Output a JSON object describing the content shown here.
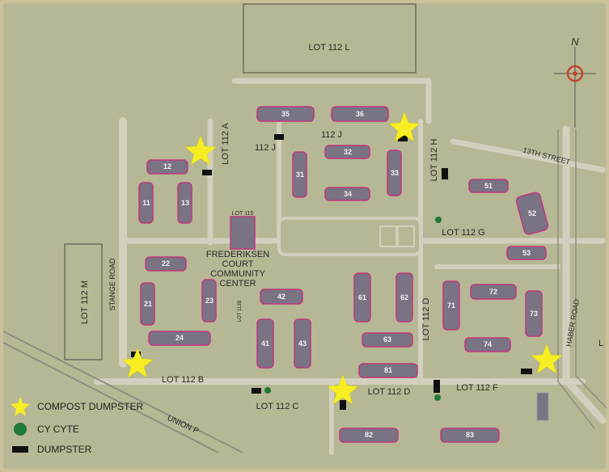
{
  "colors": {
    "frame": "#c9c19a",
    "ground": "#b6b794",
    "road": "#d2cfbe",
    "road_edge": "#9c9c86",
    "building": "#7a7383",
    "building_edge": "#c0387f",
    "star": "#f6ee23",
    "green": "#1e7a37",
    "dumpster": "#111111",
    "compass": "#c4462d"
  },
  "compass": {
    "label": "N"
  },
  "lots": {
    "l": "LOT 112 L",
    "a": "LOT 112 A",
    "j": "112 J",
    "j2": "112 J",
    "h": "LOT 112 H",
    "g": "LOT 112 G",
    "m": "LOT 112 M",
    "b": "LOT 112 B",
    "c": "LOT 112 C",
    "d_vert": "LOT 112 D",
    "d": "LOT 112 D",
    "f": "LOT 112 F",
    "lot115": "LOT 115",
    "lot112b_small": "LOT 112B"
  },
  "streets": {
    "thirteenth": "13TH STREET",
    "stange": "STANGE ROAD",
    "haber": "HABER ROAD",
    "union": "UNION P"
  },
  "community_center": [
    "FREDERIKSEN",
    "COURT",
    "COMMUNITY",
    "CENTER"
  ],
  "buildings": {
    "b35": "35",
    "b36": "36",
    "b32": "32",
    "b31": "31",
    "b33": "33",
    "b34": "34",
    "b12": "12",
    "b11": "11",
    "b13": "13",
    "b51": "51",
    "b52": "52",
    "b53": "53",
    "b22": "22",
    "b21": "21",
    "b23": "23",
    "b24": "24",
    "b42": "42",
    "b41": "41",
    "b43": "43",
    "b61": "61",
    "b62": "62",
    "b63": "63",
    "b71": "71",
    "b72": "72",
    "b73": "73",
    "b74": "74",
    "b81": "81",
    "b82": "82",
    "b83": "83"
  },
  "legend": {
    "compost": "COMPOST DUMPSTER",
    "cycyte": "CY CYTE",
    "dumpster": "DUMPSTER"
  },
  "edge_text": "L"
}
